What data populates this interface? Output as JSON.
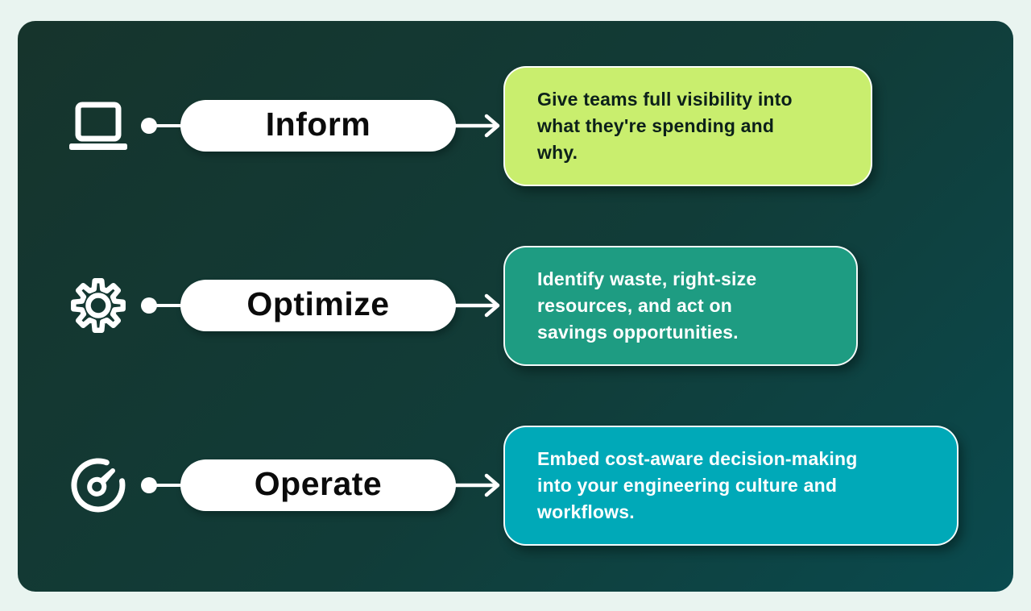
{
  "palette": {
    "page_bg": "#e9f4f0",
    "panel_gradient_start": "#16342c",
    "panel_gradient_end": "#0a4a4e",
    "connector_color": "#ffffff",
    "pill_bg": "#ffffff",
    "pill_text": "#0b0b0b"
  },
  "rows": [
    {
      "label": "Inform",
      "icon": "laptop-icon",
      "card_bg": "#c9ee6e",
      "card_text_color": "#0c201a",
      "card_lines": [
        "Give teams full visibility into",
        "what they're spending and",
        "why."
      ]
    },
    {
      "label": "Optimize",
      "icon": "gear-icon",
      "card_bg": "#1e9c82",
      "card_text_color": "#ffffff",
      "card_lines": [
        "Identify waste, right-size",
        "resources, and act on",
        "savings opportunities."
      ]
    },
    {
      "label": "Operate",
      "icon": "gauge-icon",
      "card_bg": "#00a9b8",
      "card_text_color": "#ffffff",
      "card_lines": [
        "Embed cost-aware decision-making",
        "into your engineering culture and",
        "workflows."
      ]
    }
  ]
}
